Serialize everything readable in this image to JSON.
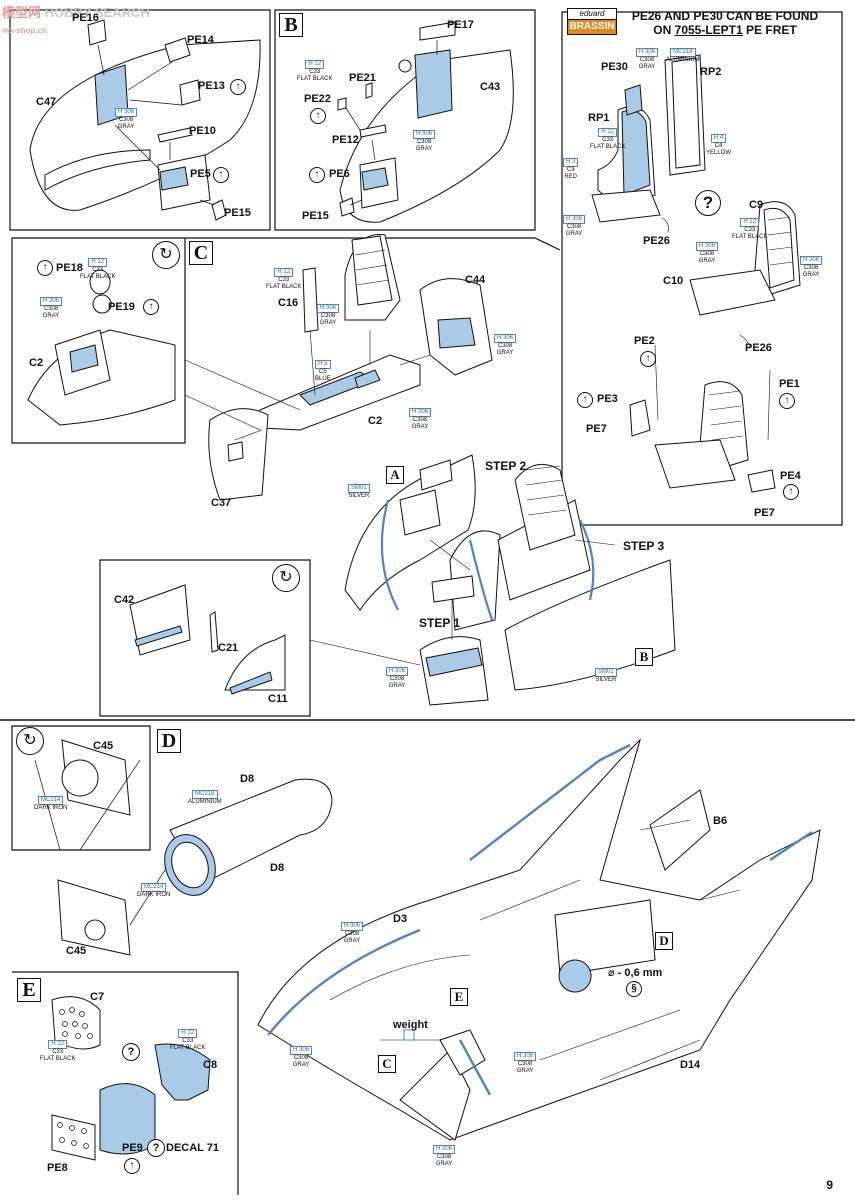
{
  "watermark": {
    "left": "模型网",
    "sub": "mx-shop.cn",
    "right": "HOBBY SEARCH"
  },
  "header": {
    "brand_top": "eduard",
    "brand_bottom": "BRASSIN",
    "pe_note_line1": "PE26 AND PE30 CAN BE FOUND",
    "pe_note_line2_prefix": "ON ",
    "pe_note_line2_code": "7055-LEPT1",
    "pe_note_line2_suffix": " PE FRET"
  },
  "sections": {
    "A": "A",
    "B": "B",
    "C": "C",
    "D": "D",
    "E": "E"
  },
  "steps": {
    "step1": "STEP 1",
    "step2": "STEP 2",
    "step3": "STEP 3"
  },
  "parts": {
    "pe16": "PE16",
    "pe14": "PE14",
    "pe13": "PE13",
    "c47": "C47",
    "pe10": "PE10",
    "pe5": "PE5",
    "pe15": "PE15",
    "pe17": "PE17",
    "pe21": "PE21",
    "pe22": "PE22",
    "c43": "C43",
    "pe12": "PE12",
    "pe6": "PE6",
    "pe15b": "PE15",
    "pe30": "PE30",
    "rp2": "RP2",
    "rp1": "RP1",
    "pe26": "PE26",
    "c9": "C9",
    "c10": "C10",
    "pe26b": "PE26",
    "pe2": "PE2",
    "pe1": "PE1",
    "pe3": "PE3",
    "pe7": "PE7",
    "pe4": "PE4",
    "pe7b": "PE7",
    "pe18": "PE18",
    "pe19": "PE19",
    "c2": "C2",
    "c16": "C16",
    "c44": "C44",
    "c2b": "C2",
    "c37": "C37",
    "c42": "C42",
    "c21": "C21",
    "c11": "C11",
    "c45": "C45",
    "d8": "D8",
    "d8b": "D8",
    "c45b": "C45",
    "b6": "B6",
    "d3": "D3",
    "d14": "D14",
    "c7": "C7",
    "c8": "C8",
    "pe8": "PE8",
    "pe9": "PE9",
    "decal": "DECAL 71"
  },
  "misc": {
    "weight": "weight",
    "drill": "⌀ - 0,6 mm",
    "page": "9"
  },
  "paints": {
    "h12_c33": {
      "code": "H 12",
      "l2": "C33",
      "l3": "FLAT BLACK"
    },
    "h306_c308": {
      "code": "H 306",
      "l2": "C308",
      "l3": "GRAY"
    },
    "mc218": {
      "code": "MC218",
      "l2": "ALUMINIUM"
    },
    "h4_c4": {
      "code": "H 4",
      "l2": "C4",
      "l3": "YELLOW"
    },
    "h3_c3": {
      "code": "H 3",
      "l2": "C3",
      "l3": "RED"
    },
    "h5_c5": {
      "code": "H 5",
      "l2": "C5",
      "l3": "BLUE"
    },
    "sm01": {
      "code": "SM01",
      "l2": "SILVER"
    },
    "mc214": {
      "code": "MC214",
      "l2": "DARK IRON"
    }
  },
  "colors": {
    "line": "#111111",
    "part_fill": "#ffffff",
    "highlight": "#a9cbe8",
    "accent_blue": "#4a86c8",
    "brand_orange": "#e08a1e"
  }
}
